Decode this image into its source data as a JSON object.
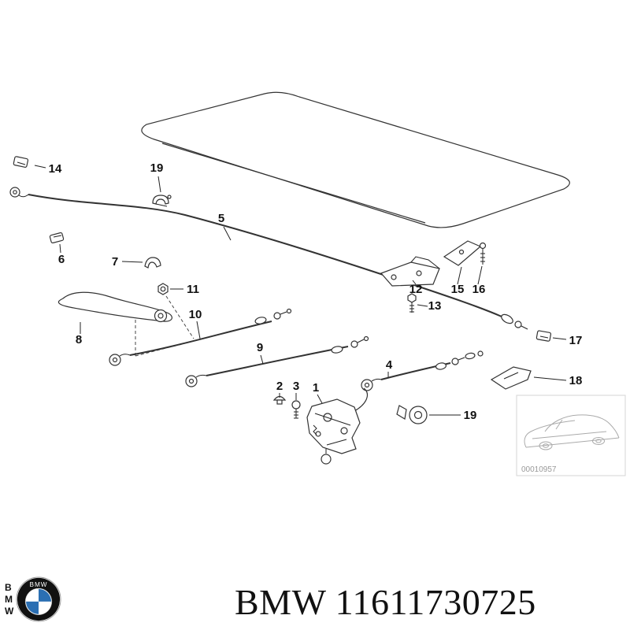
{
  "diagram": {
    "labels": {
      "l1": "1",
      "l2": "2",
      "l3": "3",
      "l4": "4",
      "l5": "5",
      "l6": "6",
      "l7": "7",
      "l8": "8",
      "l9": "9",
      "l10": "10",
      "l11": "11",
      "l12": "12",
      "l13": "13",
      "l14": "14",
      "l15": "15",
      "l16": "16",
      "l17": "17",
      "l18": "18",
      "l19_top": "19",
      "l19_bottom": "19"
    },
    "inset": {
      "code": "00010957"
    }
  },
  "footer": {
    "logo": {
      "letters": [
        "B",
        "M",
        "W"
      ],
      "roundel_text": "BMW",
      "blue": "#2b6fb3"
    },
    "brand": "BMW",
    "part_number": "11611730725"
  }
}
